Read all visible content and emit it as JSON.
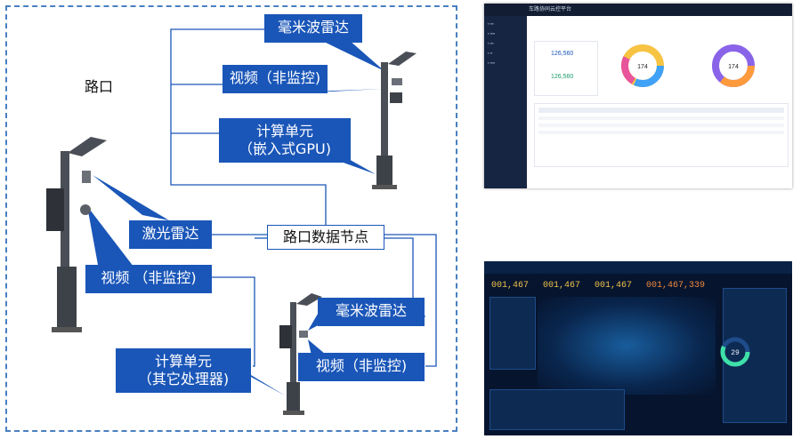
{
  "diagram": {
    "title": "路口",
    "labels": {
      "mmwave_radar_1": "毫米波雷达",
      "video_1": "视频（非监控)",
      "compute_1": "计算单元\n（嵌入式GPU)",
      "lidar": "激光雷达",
      "video_2": "视频 （非监控)",
      "node": "路口数据节点",
      "mmwave_radar_2": "毫米波雷达",
      "compute_2": "计算单元\n（其它处理器)",
      "video_3": "视频（非监控)"
    }
  },
  "dashboard": {
    "app_title": "车路协同云控平台",
    "stat_1": "126,560",
    "stat_2": "126,560",
    "donut_1": "174",
    "donut_2": "174"
  },
  "city_screen": {
    "counters": [
      "001,467",
      "001,467",
      "001,467",
      "001,467,339"
    ],
    "gauge": "29"
  },
  "colors": {
    "label_bg": "#1a56b8",
    "frame_border": "#4a7fc1",
    "pole": "#4a4f57"
  }
}
